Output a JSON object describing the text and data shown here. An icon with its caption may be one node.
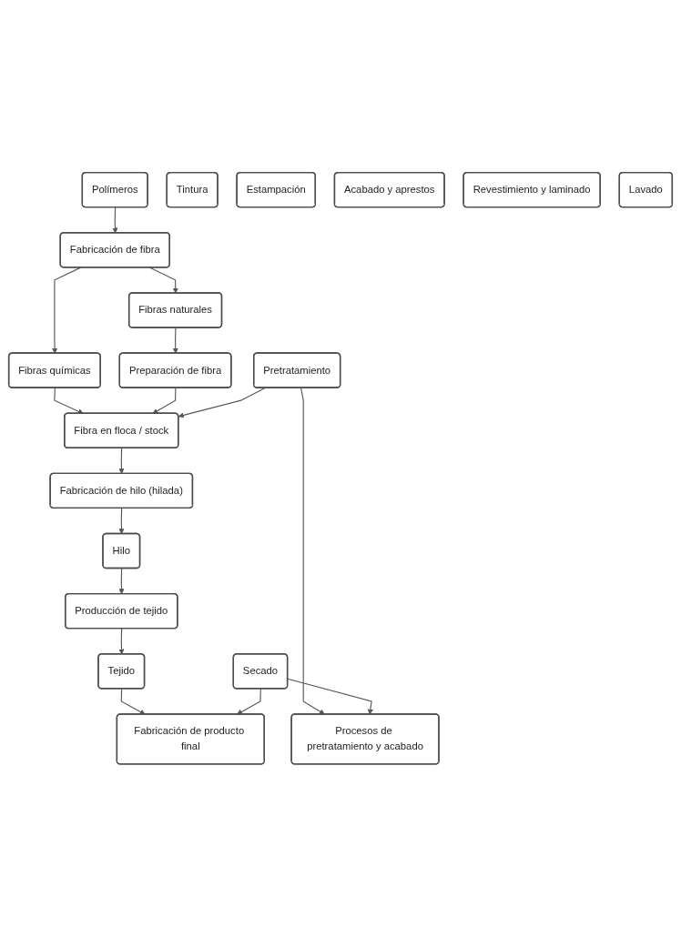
{
  "diagram": {
    "nodes": [
      {
        "text": [
          "Polímeros"
        ]
      },
      {
        "text": [
          "Fabricación de fibra"
        ]
      },
      {
        "text": [
          "Fibras químicas"
        ]
      },
      {
        "text": [
          "Fibras naturales"
        ]
      },
      {
        "text": [
          "Preparación de fibra"
        ]
      },
      {
        "text": [
          "Fibra en floca / stock"
        ]
      },
      {
        "text": [
          "Fabricación de hilo (hilada)"
        ]
      },
      {
        "text": [
          "Hilo"
        ]
      },
      {
        "text": [
          "Producción de tejido"
        ]
      },
      {
        "text": [
          "Tejido"
        ]
      },
      {
        "text": [
          "Fabricación de producto final"
        ]
      },
      {
        "text": [
          "Pretratamiento"
        ]
      },
      {
        "text": [
          "Tintura"
        ]
      },
      {
        "text": [
          "Estampación"
        ]
      },
      {
        "text": [
          "Acabado y aprestos"
        ]
      },
      {
        "text": [
          "Revestimiento y laminado"
        ]
      },
      {
        "text": [
          "Lavado"
        ]
      },
      {
        "text": [
          "Secado"
        ]
      },
      {
        "text": [
          "Procesos de pretratamiento y acabado"
        ]
      }
    ],
    "edges": [
      {
        "from": 0,
        "to": 1,
        "arrow": "to"
      },
      {
        "from": 1,
        "to": 2,
        "arrow": "to"
      },
      {
        "from": 1,
        "to": 3,
        "arrow": "to"
      },
      {
        "from": 3,
        "to": 4,
        "arrow": "to"
      },
      {
        "from": 2,
        "to": 5,
        "arrow": "to"
      },
      {
        "from": 4,
        "to": 5,
        "arrow": "to"
      },
      {
        "from": 11,
        "to": 5,
        "arrow": "to"
      },
      {
        "from": 11,
        "to": 18,
        "arrow": "to"
      },
      {
        "from": 17,
        "to": 18,
        "arrow": "to"
      },
      {
        "from": 5,
        "to": 6,
        "arrow": "to"
      },
      {
        "from": 6,
        "to": 7,
        "arrow": "to"
      },
      {
        "from": 7,
        "to": 8,
        "arrow": "to"
      },
      {
        "from": 8,
        "to": 9,
        "arrow": "to"
      },
      {
        "from": 9,
        "to": 10,
        "arrow": "to"
      },
      {
        "from": 17,
        "to": 10,
        "arrow": "to"
      }
    ]
  }
}
